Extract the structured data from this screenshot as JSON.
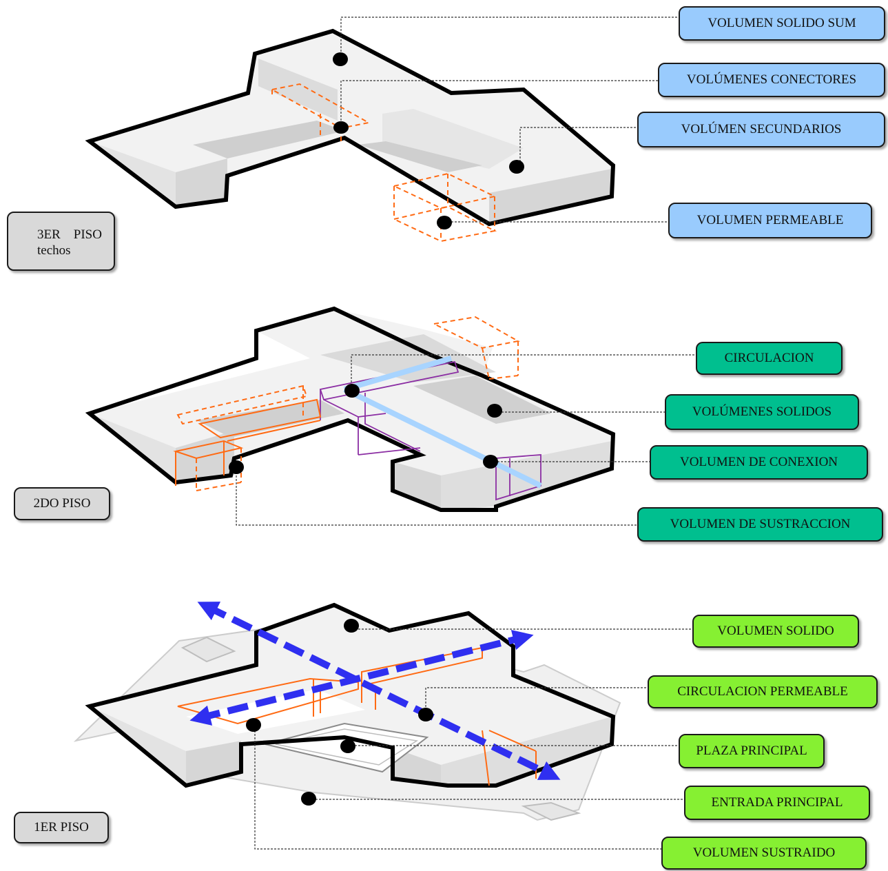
{
  "floors": {
    "third": {
      "title": "3ER    PISO",
      "subtitle": "techos",
      "labels": [
        "VOLUMEN SOLIDO SUM",
        "VOLÚMENES CONECTORES",
        "VOLÚMEN SECUNDARIOS",
        "VOLUMEN PERMEABLE"
      ]
    },
    "second": {
      "title": "2DO PISO",
      "labels": [
        "CIRCULACION",
        "VOLÚMENES SOLIDOS",
        "VOLUMEN DE CONEXION",
        "VOLUMEN DE SUSTRACCION"
      ]
    },
    "first": {
      "title": "1ER PISO",
      "labels": [
        "VOLUMEN SOLIDO",
        "CIRCULACION PERMEABLE",
        "PLAZA PRINCIPAL",
        "ENTRADA PRINCIPAL",
        "VOLUMEN SUSTRAIDO"
      ]
    }
  },
  "colors": {
    "third_labels": "#99cbfd",
    "second_labels": "#00bf8f",
    "first_labels": "#86f032",
    "floor_tags": "#d9d9d9",
    "dashed_volumes": "#ff6a13",
    "connection_volumes": "#8b2ea3",
    "circulation_line": "#a8d4ff",
    "circulation_arrows": "#2f2ff0"
  }
}
